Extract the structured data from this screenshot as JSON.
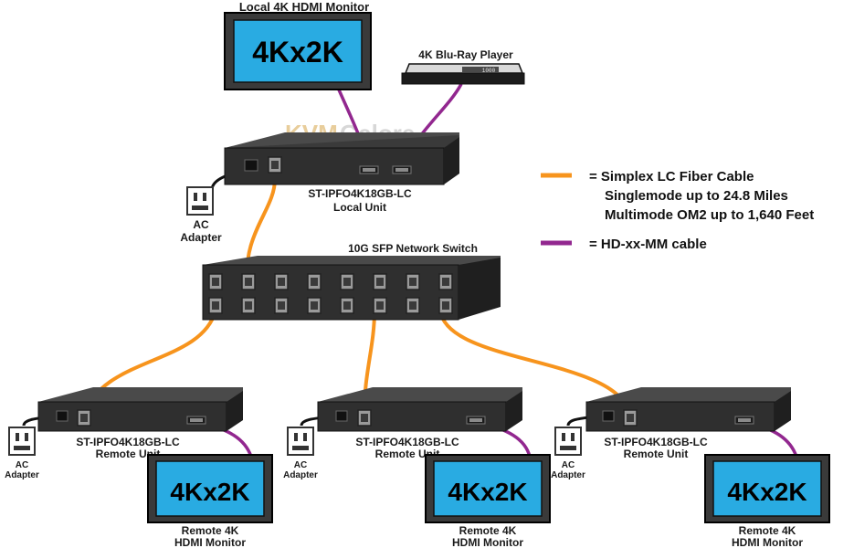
{
  "watermark": {
    "part1": "KVM",
    "part2": "Galore"
  },
  "local_monitor": {
    "title": "Local 4K HDMI Monitor",
    "screen": "4Kx2K"
  },
  "bluray": {
    "title": "4K Blu-Ray Player",
    "display": "1000"
  },
  "local_unit": {
    "model": "ST-IPFO4K18GB-LC",
    "role": "Local Unit"
  },
  "local_adapter": {
    "line1": "AC",
    "line2": "Adapter"
  },
  "switch": {
    "title": "10G SFP Network Switch"
  },
  "legend": {
    "fiber_color": "#F7941D",
    "hdmi_color": "#92278F",
    "fiber_lines": [
      "= Simplex LC Fiber Cable",
      "Singlemode up to 24.8 Miles",
      "Multimode OM2 up to 1,640 Feet"
    ],
    "hdmi_line": "= HD-xx-MM cable"
  },
  "remotes": [
    {
      "model": "ST-IPFO4K18GB-LC",
      "role": "Remote Unit",
      "adapter1": "AC",
      "adapter2": "Adapter",
      "screen": "4Kx2K",
      "mon1": "Remote 4K",
      "mon2": "HDMI Monitor"
    },
    {
      "model": "ST-IPFO4K18GB-LC",
      "role": "Remote Unit",
      "adapter1": "AC",
      "adapter2": "Adapter",
      "screen": "4Kx2K",
      "mon1": "Remote 4K",
      "mon2": "HDMI Monitor"
    },
    {
      "model": "ST-IPFO4K18GB-LC",
      "role": "Remote Unit",
      "adapter1": "AC",
      "adapter2": "Adapter",
      "screen": "4Kx2K",
      "mon1": "Remote 4K",
      "mon2": "HDMI Monitor"
    }
  ]
}
